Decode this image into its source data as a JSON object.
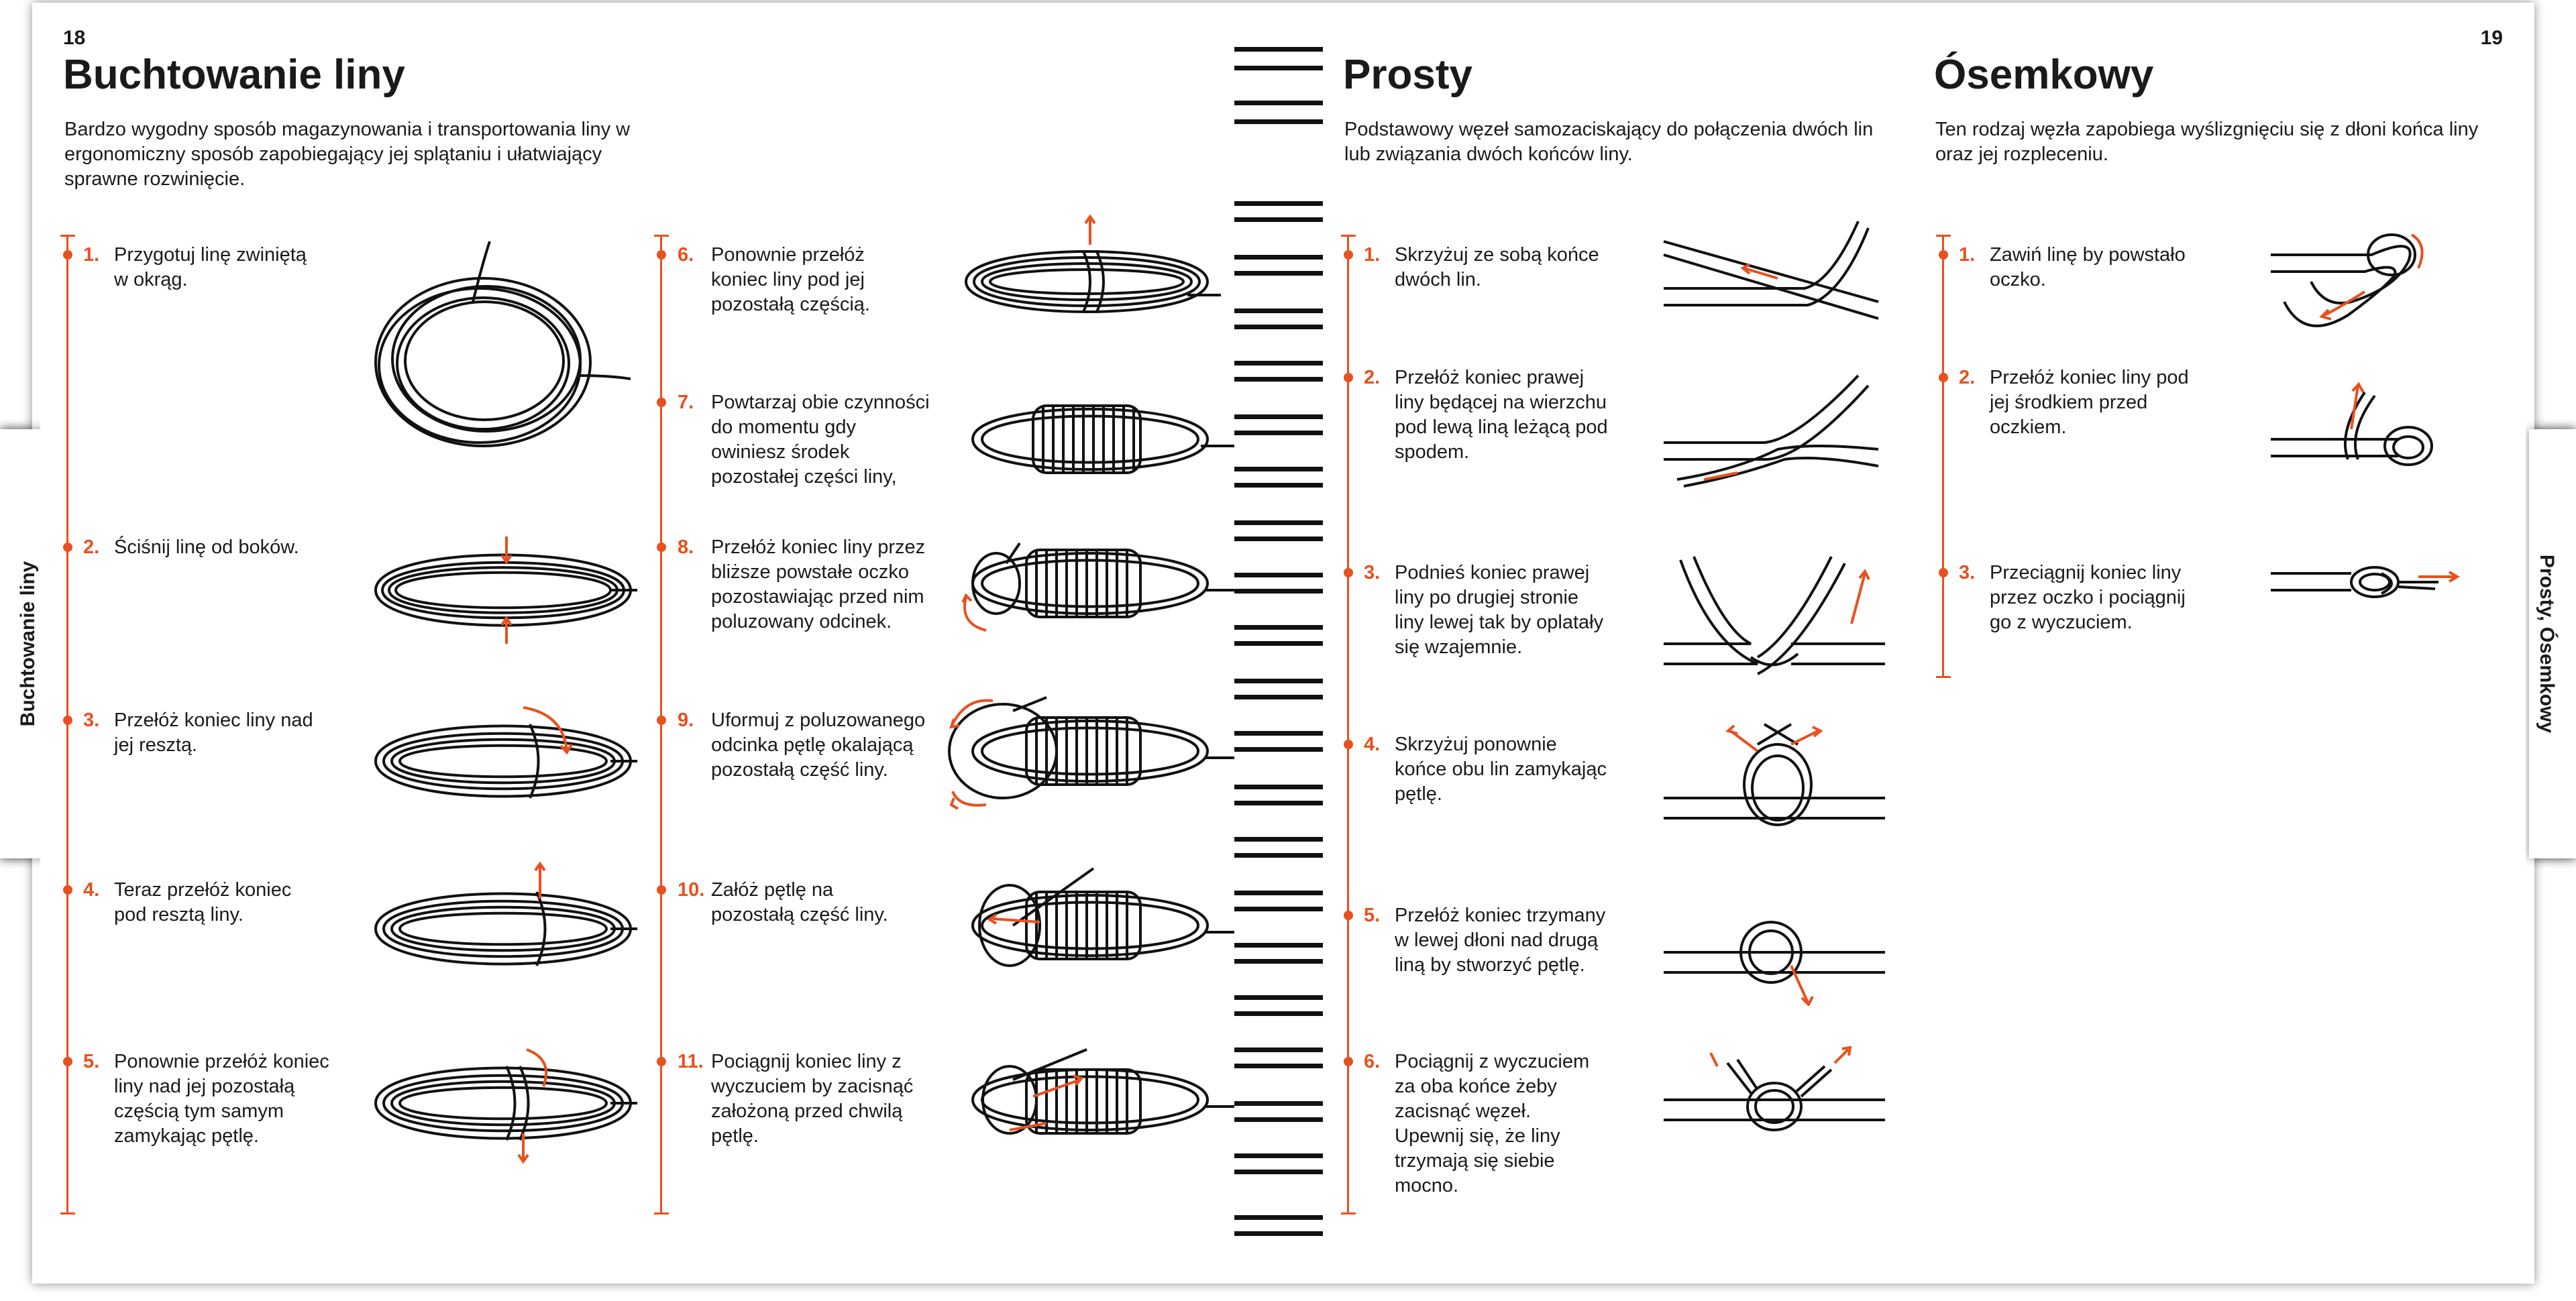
{
  "left_page": {
    "page_number": "18",
    "side_tab": "Buchtowanie liny",
    "title": "Buchtowanie liny",
    "intro": "Bardzo wygodny sposób magazynowania i transportowania liny w ergonomiczny sposób zapobiegający jej splątaniu i ułatwiający sprawne rozwinięcie.",
    "steps_col1": [
      {
        "num": "1.",
        "text": "Przygotuj linę zwiniętą w okrąg."
      },
      {
        "num": "2.",
        "text": "Ściśnij linę od boków."
      },
      {
        "num": "3.",
        "text": "Przełóż koniec liny nad jej resztą."
      },
      {
        "num": "4.",
        "text": "Teraz przełóż koniec pod resztą liny."
      },
      {
        "num": "5.",
        "text": "Ponownie przełóż koniec liny nad jej pozostałą częścią tym samym zamykając pętlę."
      }
    ],
    "steps_col2": [
      {
        "num": "6.",
        "text": "Ponownie przełóż koniec liny pod jej pozostałą częścią."
      },
      {
        "num": "7.",
        "text": "Powtarzaj obie czynności do momentu gdy owiniesz środek pozostałej części liny,"
      },
      {
        "num": "8.",
        "text": "Przełóż koniec liny przez bliższe powstałe oczko pozostawiając przed nim poluzowany odcinek."
      },
      {
        "num": "9.",
        "text": "Uformuj z poluzowanego odcinka pętlę okalającą pozostałą część liny."
      },
      {
        "num": "10.",
        "text": "Załóż pętlę na pozostałą część liny."
      },
      {
        "num": "11.",
        "text": "Pociągnij koniec liny z wyczuciem by zacisnąć założoną przed chwilą pętlę."
      }
    ]
  },
  "right_page": {
    "page_number": "19",
    "side_tab": "Prosty, Ósemkowy",
    "prosty": {
      "title": "Prosty",
      "intro": "Podstawowy węzeł samozaciskający do połączenia dwóch lin lub związania dwóch końców liny.",
      "steps": [
        {
          "num": "1.",
          "text": "Skrzyżuj ze sobą końce dwóch lin."
        },
        {
          "num": "2.",
          "text": "Przełóż koniec prawej liny będącej na wierzchu pod lewą liną leżącą pod spodem."
        },
        {
          "num": "3.",
          "text": "Podnieś koniec prawej liny po drugiej stronie liny lewej tak by oplatały się wzajemnie."
        },
        {
          "num": "4.",
          "text": "Skrzyżuj ponownie końce obu lin zamykając pętlę."
        },
        {
          "num": "5.",
          "text": "Przełóż koniec trzymany w lewej dłoni nad drugą liną by stworzyć pętlę."
        },
        {
          "num": "6.",
          "text": "Pociągnij z wyczuciem za oba końce żeby zacisnąć węzeł. Upewnij się, że liny trzymają się siebie mocno."
        }
      ]
    },
    "osemkowy": {
      "title": "Ósemkowy",
      "intro": "Ten rodzaj węzła zapobiega wyślizgnięciu się z dłoni końca liny oraz jej rozpleceniu.",
      "steps": [
        {
          "num": "1.",
          "text": "Zawiń linę by powstało oczko."
        },
        {
          "num": "2.",
          "text": "Przełóż koniec liny pod jej środkiem przed oczkiem."
        },
        {
          "num": "3.",
          "text": "Przeciągnij koniec liny przez oczko i pociągnij go z wyczuciem."
        }
      ]
    }
  },
  "colors": {
    "accent": "#e8501e",
    "text": "#1a1a1a",
    "ink": "#111111"
  }
}
